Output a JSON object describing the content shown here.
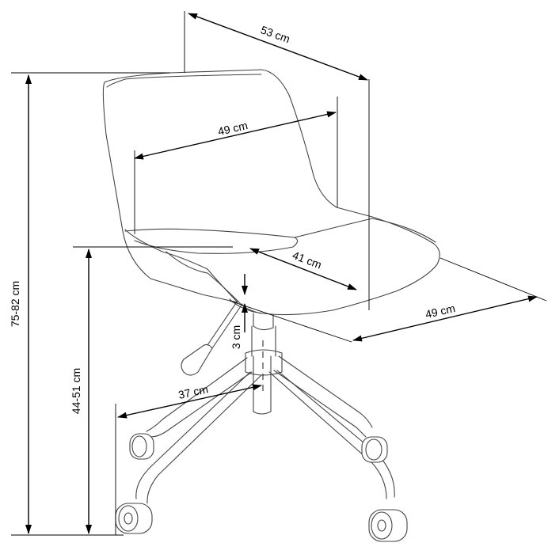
{
  "dimensions": {
    "top_depth": "53 cm",
    "back_width": "49 cm",
    "seat_depth": "41 cm",
    "seat_width": "49 cm",
    "total_height": "75-82 cm",
    "seat_height": "44-51 cm",
    "base_radius": "37 cm",
    "seat_thickness": "3 cm"
  },
  "colors": {
    "outline": "#444444",
    "dimension": "#000000"
  }
}
